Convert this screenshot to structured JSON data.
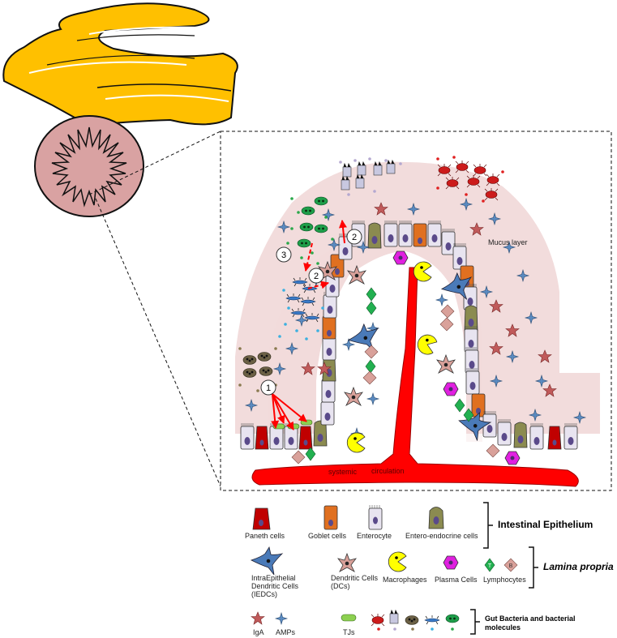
{
  "diagram": {
    "annotations": {
      "mucus_layer": "Mucus layer",
      "systemic": "systemic",
      "circulation": "circulation",
      "step1": "1",
      "step2a": "2",
      "step2b": "2",
      "step3": "3",
      "lymph_t": "T",
      "lymph_b": "B"
    },
    "legend": {
      "epithelium": {
        "title": "Intestinal Epithelium",
        "items": [
          "Paneth cells",
          "Goblet cells",
          "Enterocyte",
          "Entero-endocrine cells"
        ]
      },
      "lamina_propria": {
        "title": "Lamina propria",
        "items": [
          "IntraEpithelial Dendritic Cells (IEDCs)",
          "Dendritic Cells (DCs)",
          "Macrophages",
          "Plasma Cells",
          "Lymphocytes"
        ]
      },
      "bacteria": {
        "title": "Gut Bacteria and bacterial molecules",
        "items": [
          "IgA",
          "AMPs",
          "TJs"
        ]
      }
    },
    "colors": {
      "gut_wall": "#FFC000",
      "mucosa": "#d9a2a2",
      "mucus": "#f2dcdc",
      "vessel": "#ff0000",
      "paneth": "#c00000",
      "goblet": "#e07020",
      "enterocyte": "#e8e4f0",
      "entero_endocrine": "#8b8b50",
      "iedc": "#4a7ab8",
      "dc": "#d9a19a",
      "macrophage": "#ffff00",
      "plasma": "#e020e0",
      "lymph_t": "#22b050",
      "lymph_b": "#d9a19a",
      "iga": "#c05a5a",
      "amp": "#5a8ac0",
      "tj": "#8cd050"
    }
  }
}
